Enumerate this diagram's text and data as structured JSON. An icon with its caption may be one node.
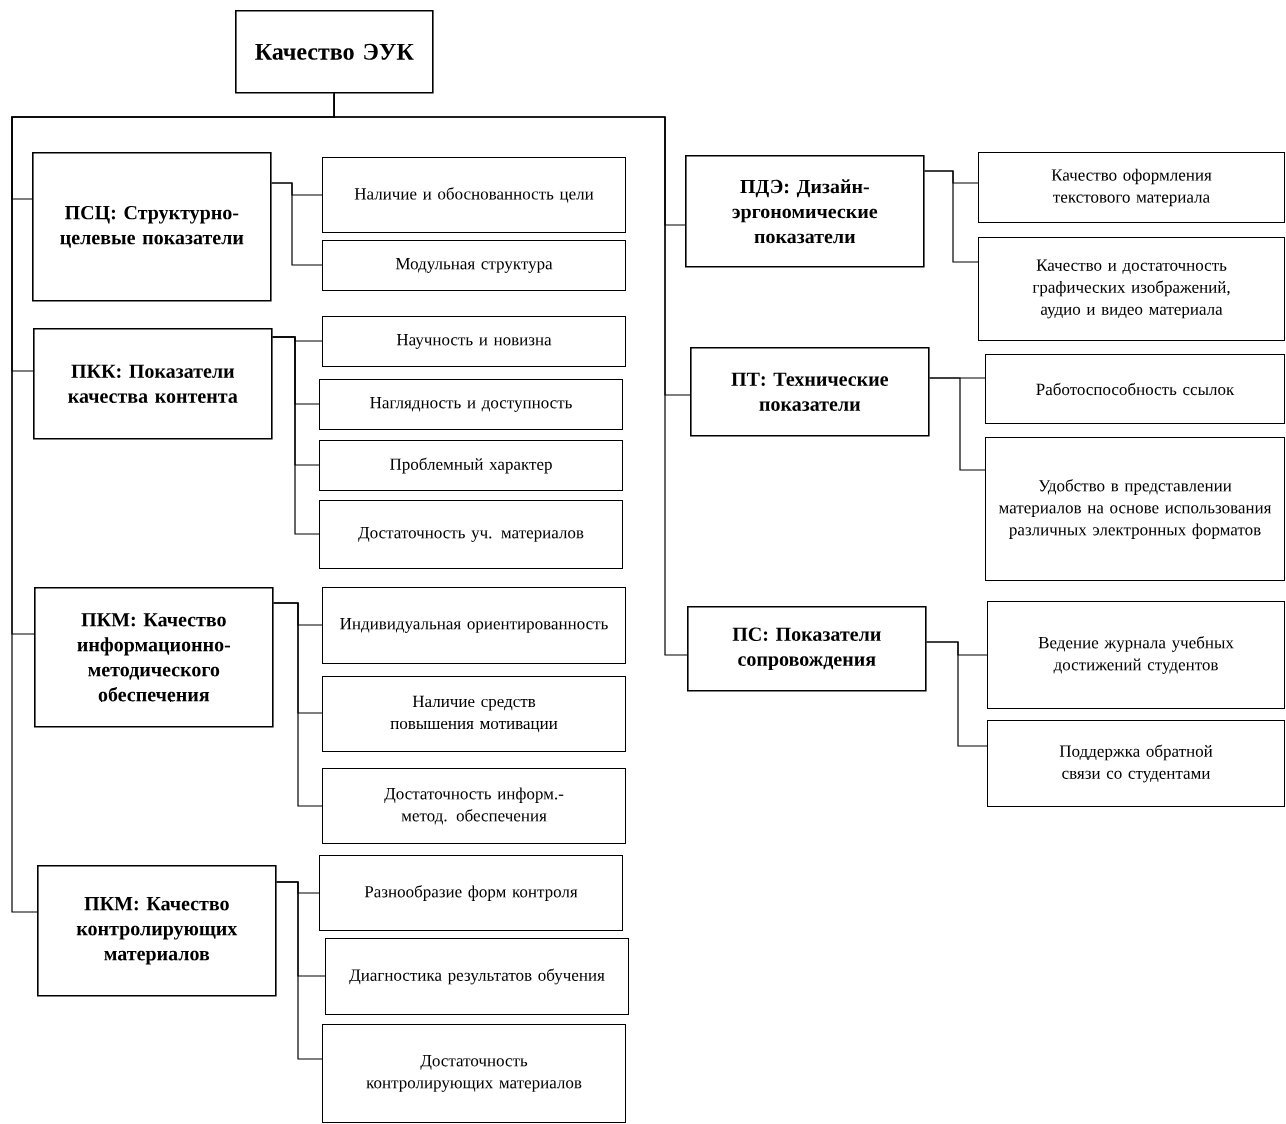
{
  "diagram": {
    "nodes": [
      {
        "text": [
          "Качество ЭУК"
        ]
      },
      {
        "text": [
          "ПСЦ: Структурно-целевые показатели"
        ]
      },
      {
        "text": [
          "Наличие и обоснованность цели"
        ]
      },
      {
        "text": [
          "Модульная структура"
        ]
      },
      {
        "text": [
          "ПКК: Показатели качества контента"
        ]
      },
      {
        "text": [
          "Научность и новизна"
        ]
      },
      {
        "text": [
          "Наглядность и доступность"
        ]
      },
      {
        "text": [
          "Проблемный характер"
        ]
      },
      {
        "text": [
          "Достаточность уч. материалов"
        ]
      },
      {
        "text": [
          "ПКМ: Качество информационно-методического обеспечения"
        ]
      },
      {
        "text": [
          "Индивидуальная ориентированность"
        ]
      },
      {
        "text": [
          "Наличие средств повышения мотивации"
        ]
      },
      {
        "text": [
          "Достаточность информ.-метод. обеспечения"
        ]
      },
      {
        "text": [
          "ПКМ: Качество контролирующих материалов"
        ]
      },
      {
        "text": [
          "Разнообразие форм контроля"
        ]
      },
      {
        "text": [
          "Диагностика результатов обучения"
        ]
      },
      {
        "text": [
          "Достаточность контролирующих материалов"
        ]
      },
      {
        "text": [
          "ПДЭ: Дизайн-эргономические показатели"
        ]
      },
      {
        "text": [
          "Качество оформления текстового материала"
        ]
      },
      {
        "text": [
          "Качество и достаточность графических изображений, аудио и видео материала"
        ]
      },
      {
        "text": [
          "ПТ: Технические показатели"
        ]
      },
      {
        "text": [
          "Работоспособность ссылок"
        ]
      },
      {
        "text": [
          "Удобство в представлении материалов на основе использования различных электронных форматов"
        ]
      },
      {
        "text": [
          "ПС: Показатели сопровождения"
        ]
      },
      {
        "text": [
          "Ведение журнала учебных достижений студентов"
        ]
      },
      {
        "text": [
          "Поддержка обратной связи со студентами"
        ]
      }
    ],
    "edges": [
      {
        "from": 0,
        "to": 1,
        "arrow": "none"
      },
      {
        "from": 0,
        "to": 4,
        "arrow": "none"
      },
      {
        "from": 0,
        "to": 9,
        "arrow": "none"
      },
      {
        "from": 0,
        "to": 13,
        "arrow": "none"
      },
      {
        "from": 0,
        "to": 17,
        "arrow": "none"
      },
      {
        "from": 0,
        "to": 20,
        "arrow": "none"
      },
      {
        "from": 0,
        "to": 23,
        "arrow": "none"
      },
      {
        "from": 1,
        "to": 2,
        "arrow": "none"
      },
      {
        "from": 1,
        "to": 3,
        "arrow": "none"
      },
      {
        "from": 4,
        "to": 5,
        "arrow": "none"
      },
      {
        "from": 4,
        "to": 6,
        "arrow": "none"
      },
      {
        "from": 4,
        "to": 7,
        "arrow": "none"
      },
      {
        "from": 4,
        "to": 8,
        "arrow": "none"
      },
      {
        "from": 9,
        "to": 10,
        "arrow": "none"
      },
      {
        "from": 9,
        "to": 11,
        "arrow": "none"
      },
      {
        "from": 9,
        "to": 12,
        "arrow": "none"
      },
      {
        "from": 13,
        "to": 14,
        "arrow": "none"
      },
      {
        "from": 13,
        "to": 15,
        "arrow": "none"
      },
      {
        "from": 13,
        "to": 16,
        "arrow": "none"
      },
      {
        "from": 17,
        "to": 18,
        "arrow": "none"
      },
      {
        "from": 17,
        "to": 19,
        "arrow": "none"
      },
      {
        "from": 20,
        "to": 21,
        "arrow": "none"
      },
      {
        "from": 20,
        "to": 22,
        "arrow": "none"
      },
      {
        "from": 23,
        "to": 24,
        "arrow": "none"
      },
      {
        "from": 23,
        "to": 25,
        "arrow": "none"
      }
    ]
  }
}
